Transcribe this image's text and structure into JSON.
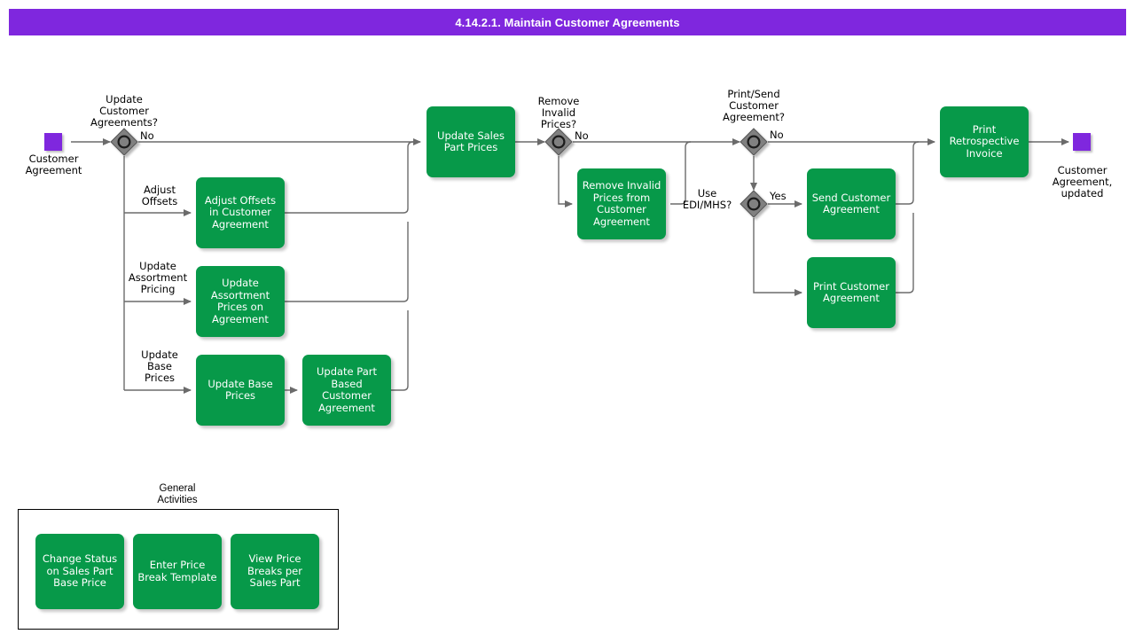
{
  "header": {
    "title": "4.14.2.1. Maintain Customer Agreements",
    "bar_color": "#7F27DE",
    "text_color": "#FFFFFF"
  },
  "theme": {
    "task_fill": "#079949",
    "task_text": "#FFFFFF",
    "gateway_fill": "#808080",
    "event_fill": "#7F27DE",
    "connector": "#666666"
  },
  "events": {
    "start": {
      "label": "Customer\nAgreement"
    },
    "end": {
      "label": "Customer\nAgreement,\nupdated"
    }
  },
  "gateways": [
    {
      "id": "update-customer-agreements",
      "label": "Update\nCustomer\nAgreements?"
    },
    {
      "id": "remove-invalid-prices",
      "label": "Remove\nInvalid\nPrices?"
    },
    {
      "id": "print-send-customer-agreement",
      "label": "Print/Send\nCustomer\nAgreement?"
    },
    {
      "id": "use-edi-mhs",
      "label": "Use\nEDI/MHS?"
    }
  ],
  "tasks": [
    {
      "id": "adjust-offsets-in-customer-agreement",
      "label": "Adjust Offsets\nin Customer\nAgreement"
    },
    {
      "id": "update-assortment-prices-on-agreement",
      "label": "Update\nAssortment\nPrices on\nAgreement"
    },
    {
      "id": "update-base-prices",
      "label": "Update Base\nPrices"
    },
    {
      "id": "update-part-based-customer-agreement",
      "label": "Update Part\nBased Customer\nAgreement"
    },
    {
      "id": "update-sales-part-prices",
      "label": "Update Sales\nPart Prices"
    },
    {
      "id": "remove-invalid-prices-from-customer-agreement",
      "label": "Remove Invalid\nPrices from\nCustomer\nAgreement"
    },
    {
      "id": "send-customer-agreement",
      "label": "Send Customer\nAgreement"
    },
    {
      "id": "print-customer-agreement",
      "label": "Print Customer\nAgreement"
    },
    {
      "id": "print-retrospective-invoice",
      "label": "Print\nRetrospective\nInvoice"
    }
  ],
  "flow_labels": {
    "no_1": "No",
    "adjust_offsets": "Adjust\nOffsets",
    "update_assortment_pricing": "Update\nAssortment\nPricing",
    "update_base_prices": "Update\nBase\nPrices",
    "no_2": "No",
    "no_3": "No",
    "yes_1": "Yes"
  },
  "general_activities": {
    "title": "General\nActivities",
    "items": [
      {
        "id": "change-status-on-sales-part-base-price",
        "label": "Change Status\non Sales Part\nBase Price"
      },
      {
        "id": "enter-price-break-template",
        "label": "Enter Price\nBreak Template"
      },
      {
        "id": "view-price-breaks-per-sales-part",
        "label": "View Price\nBreaks per\nSales Part"
      }
    ]
  }
}
